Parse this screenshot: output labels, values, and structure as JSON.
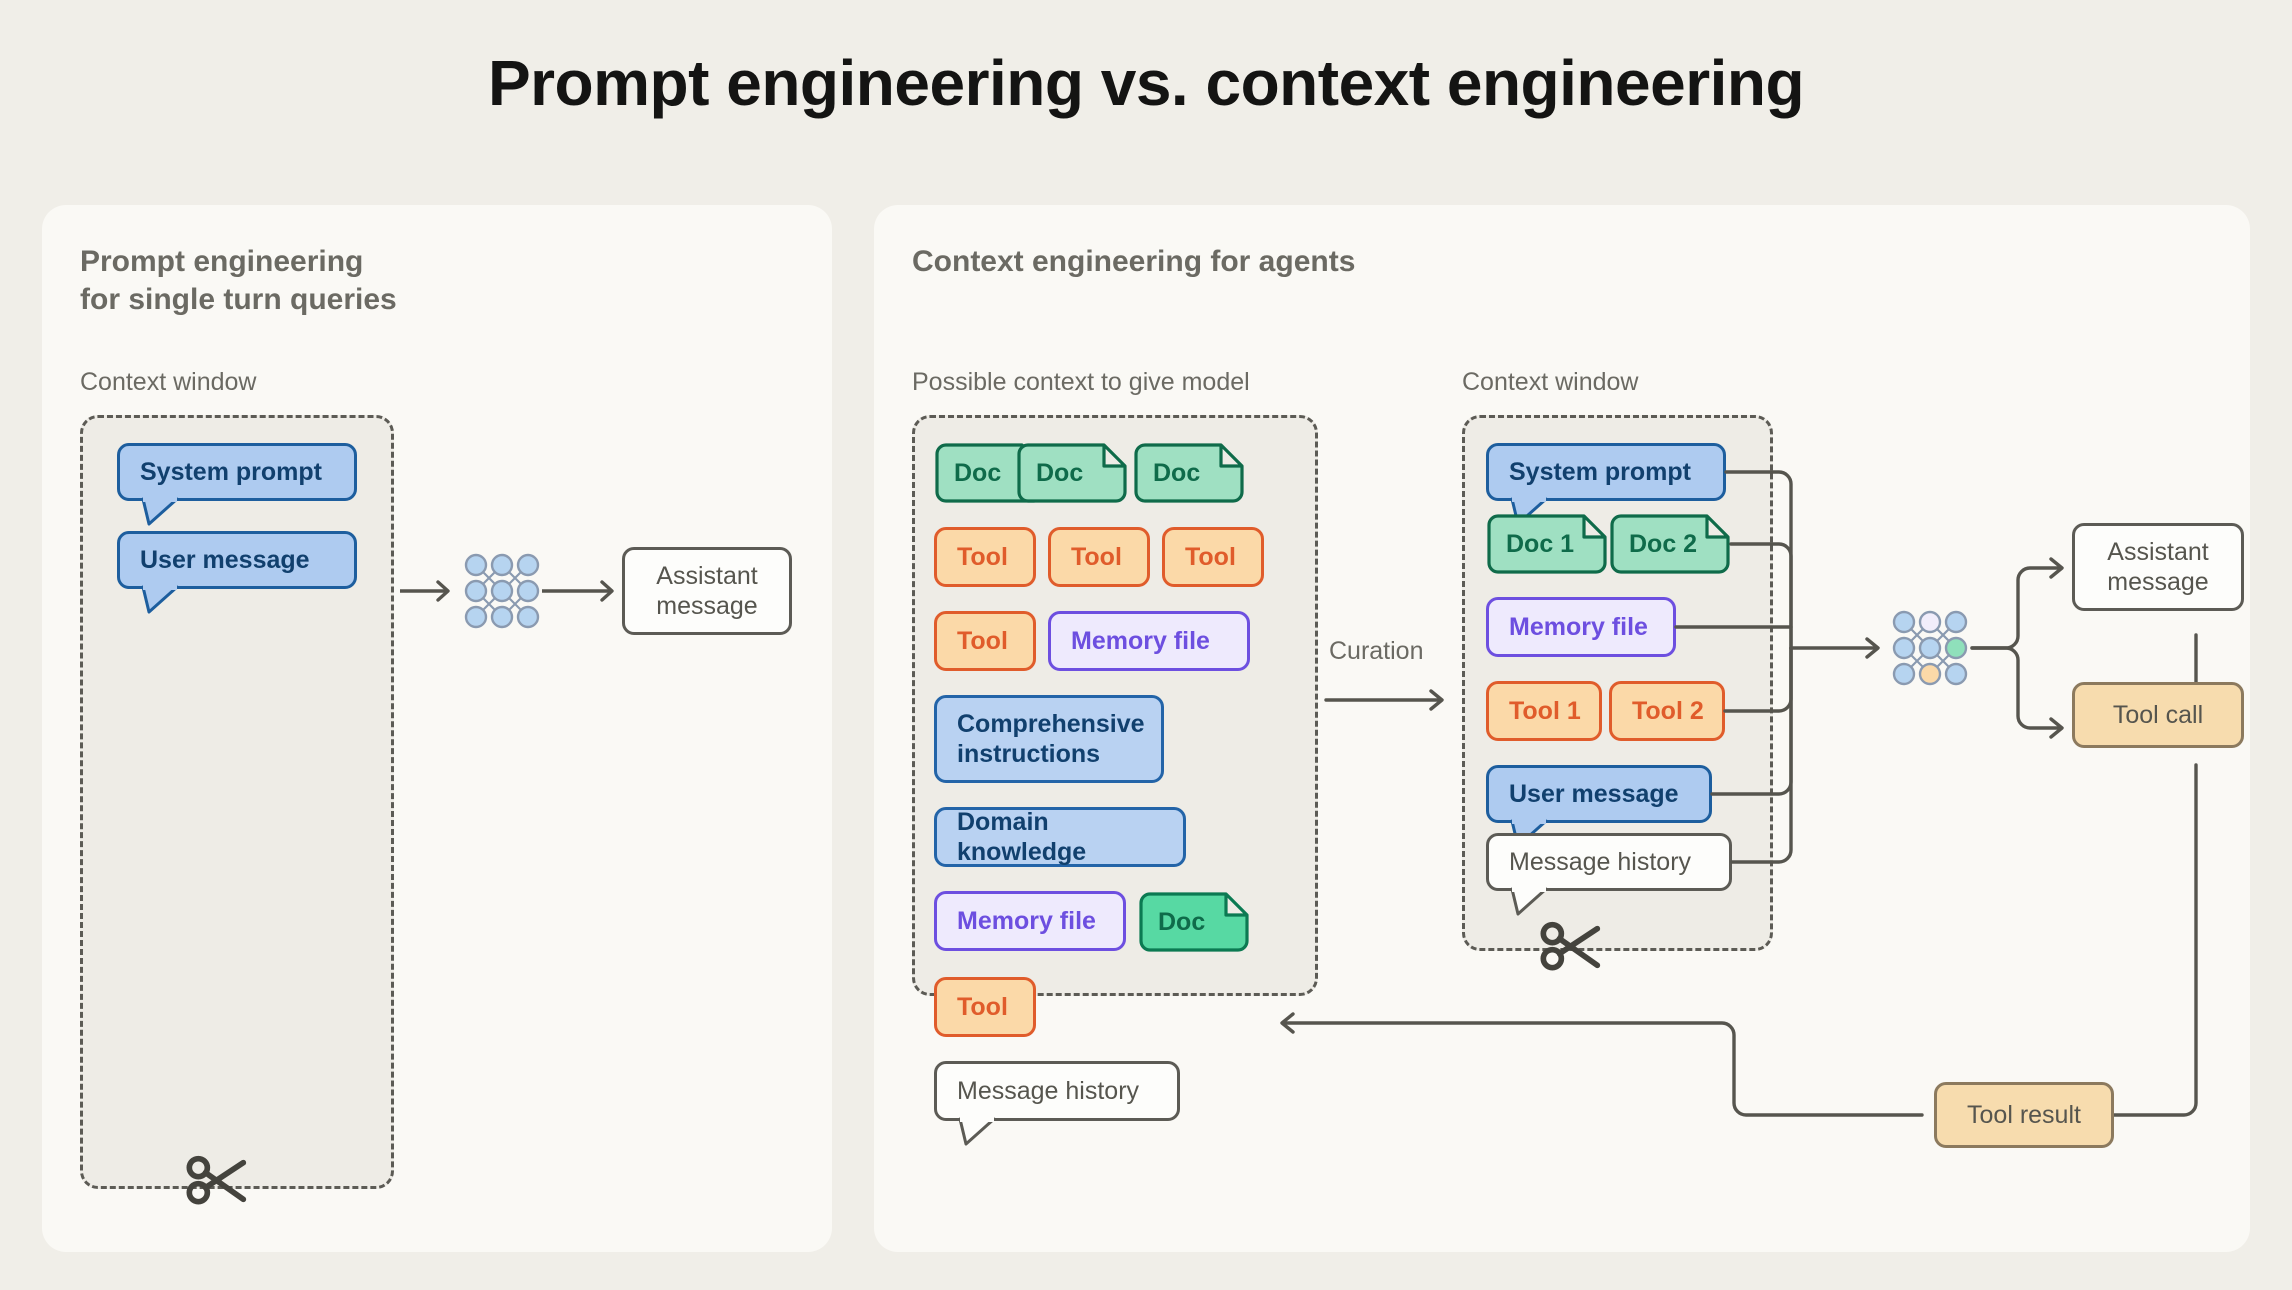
{
  "title": "Prompt engineering vs. context engineering",
  "colors": {
    "page_bg": "#f0eee8",
    "panel_bg": "#faf9f5",
    "dashed_bg": "#eeece6",
    "stroke": "#5c5b55",
    "blue_fill": "#aecbf0",
    "blue_stroke": "#1d5e9e",
    "green_fill": "#9fe0c2",
    "green_stroke": "#0f6b4a",
    "orange_fill": "#fbd9a8",
    "orange_stroke": "#e05c2b",
    "purple_fill": "#eeeafd",
    "purple_stroke": "#6d4fe0",
    "tan_fill": "#f7dcae",
    "tan_stroke": "#8c7a5e"
  },
  "left_panel": {
    "heading": "Prompt engineering\nfor single turn queries",
    "context_window_label": "Context window",
    "context_items": [
      {
        "label": "System prompt",
        "style": "blue"
      },
      {
        "label": "User message",
        "style": "blue"
      }
    ],
    "output": {
      "label": "Assistant\nmessage",
      "style": "white"
    },
    "scissors_icon": "scissors-icon",
    "model_icon": "neural-network-icon"
  },
  "right_panel": {
    "heading": "Context engineering for agents",
    "possible_context_label": "Possible context to give model",
    "context_window_label": "Context window",
    "curation_label": "Curation",
    "possible_context_items": [
      {
        "label": "Doc",
        "style": "doc"
      },
      {
        "label": "Doc",
        "style": "doc"
      },
      {
        "label": "Doc",
        "style": "doc"
      },
      {
        "label": "Tool",
        "style": "orange"
      },
      {
        "label": "Tool",
        "style": "orange"
      },
      {
        "label": "Tool",
        "style": "orange"
      },
      {
        "label": "Tool",
        "style": "orange"
      },
      {
        "label": "Memory file",
        "style": "purple"
      },
      {
        "label": "Comprehensive\ninstructions",
        "style": "blue"
      },
      {
        "label": "Domain knowledge",
        "style": "blue"
      },
      {
        "label": "Memory file",
        "style": "purple"
      },
      {
        "label": "Doc",
        "style": "doc-bright"
      },
      {
        "label": "Tool",
        "style": "orange"
      },
      {
        "label": "Message history",
        "style": "white"
      }
    ],
    "context_window_items": [
      {
        "label": "System prompt",
        "style": "blue"
      },
      {
        "label": "Doc 1",
        "style": "doc"
      },
      {
        "label": "Doc 2",
        "style": "doc"
      },
      {
        "label": "Memory file",
        "style": "purple"
      },
      {
        "label": "Tool 1",
        "style": "orange"
      },
      {
        "label": "Tool 2",
        "style": "orange"
      },
      {
        "label": "User message",
        "style": "blue"
      },
      {
        "label": "Message history",
        "style": "white"
      }
    ],
    "outputs": [
      {
        "label": "Assistant\nmessage",
        "style": "white"
      },
      {
        "label": "Tool call",
        "style": "tan"
      },
      {
        "label": "Tool result",
        "style": "tan"
      }
    ],
    "scissors_icon": "scissors-icon",
    "model_icon": "neural-network-icon"
  }
}
